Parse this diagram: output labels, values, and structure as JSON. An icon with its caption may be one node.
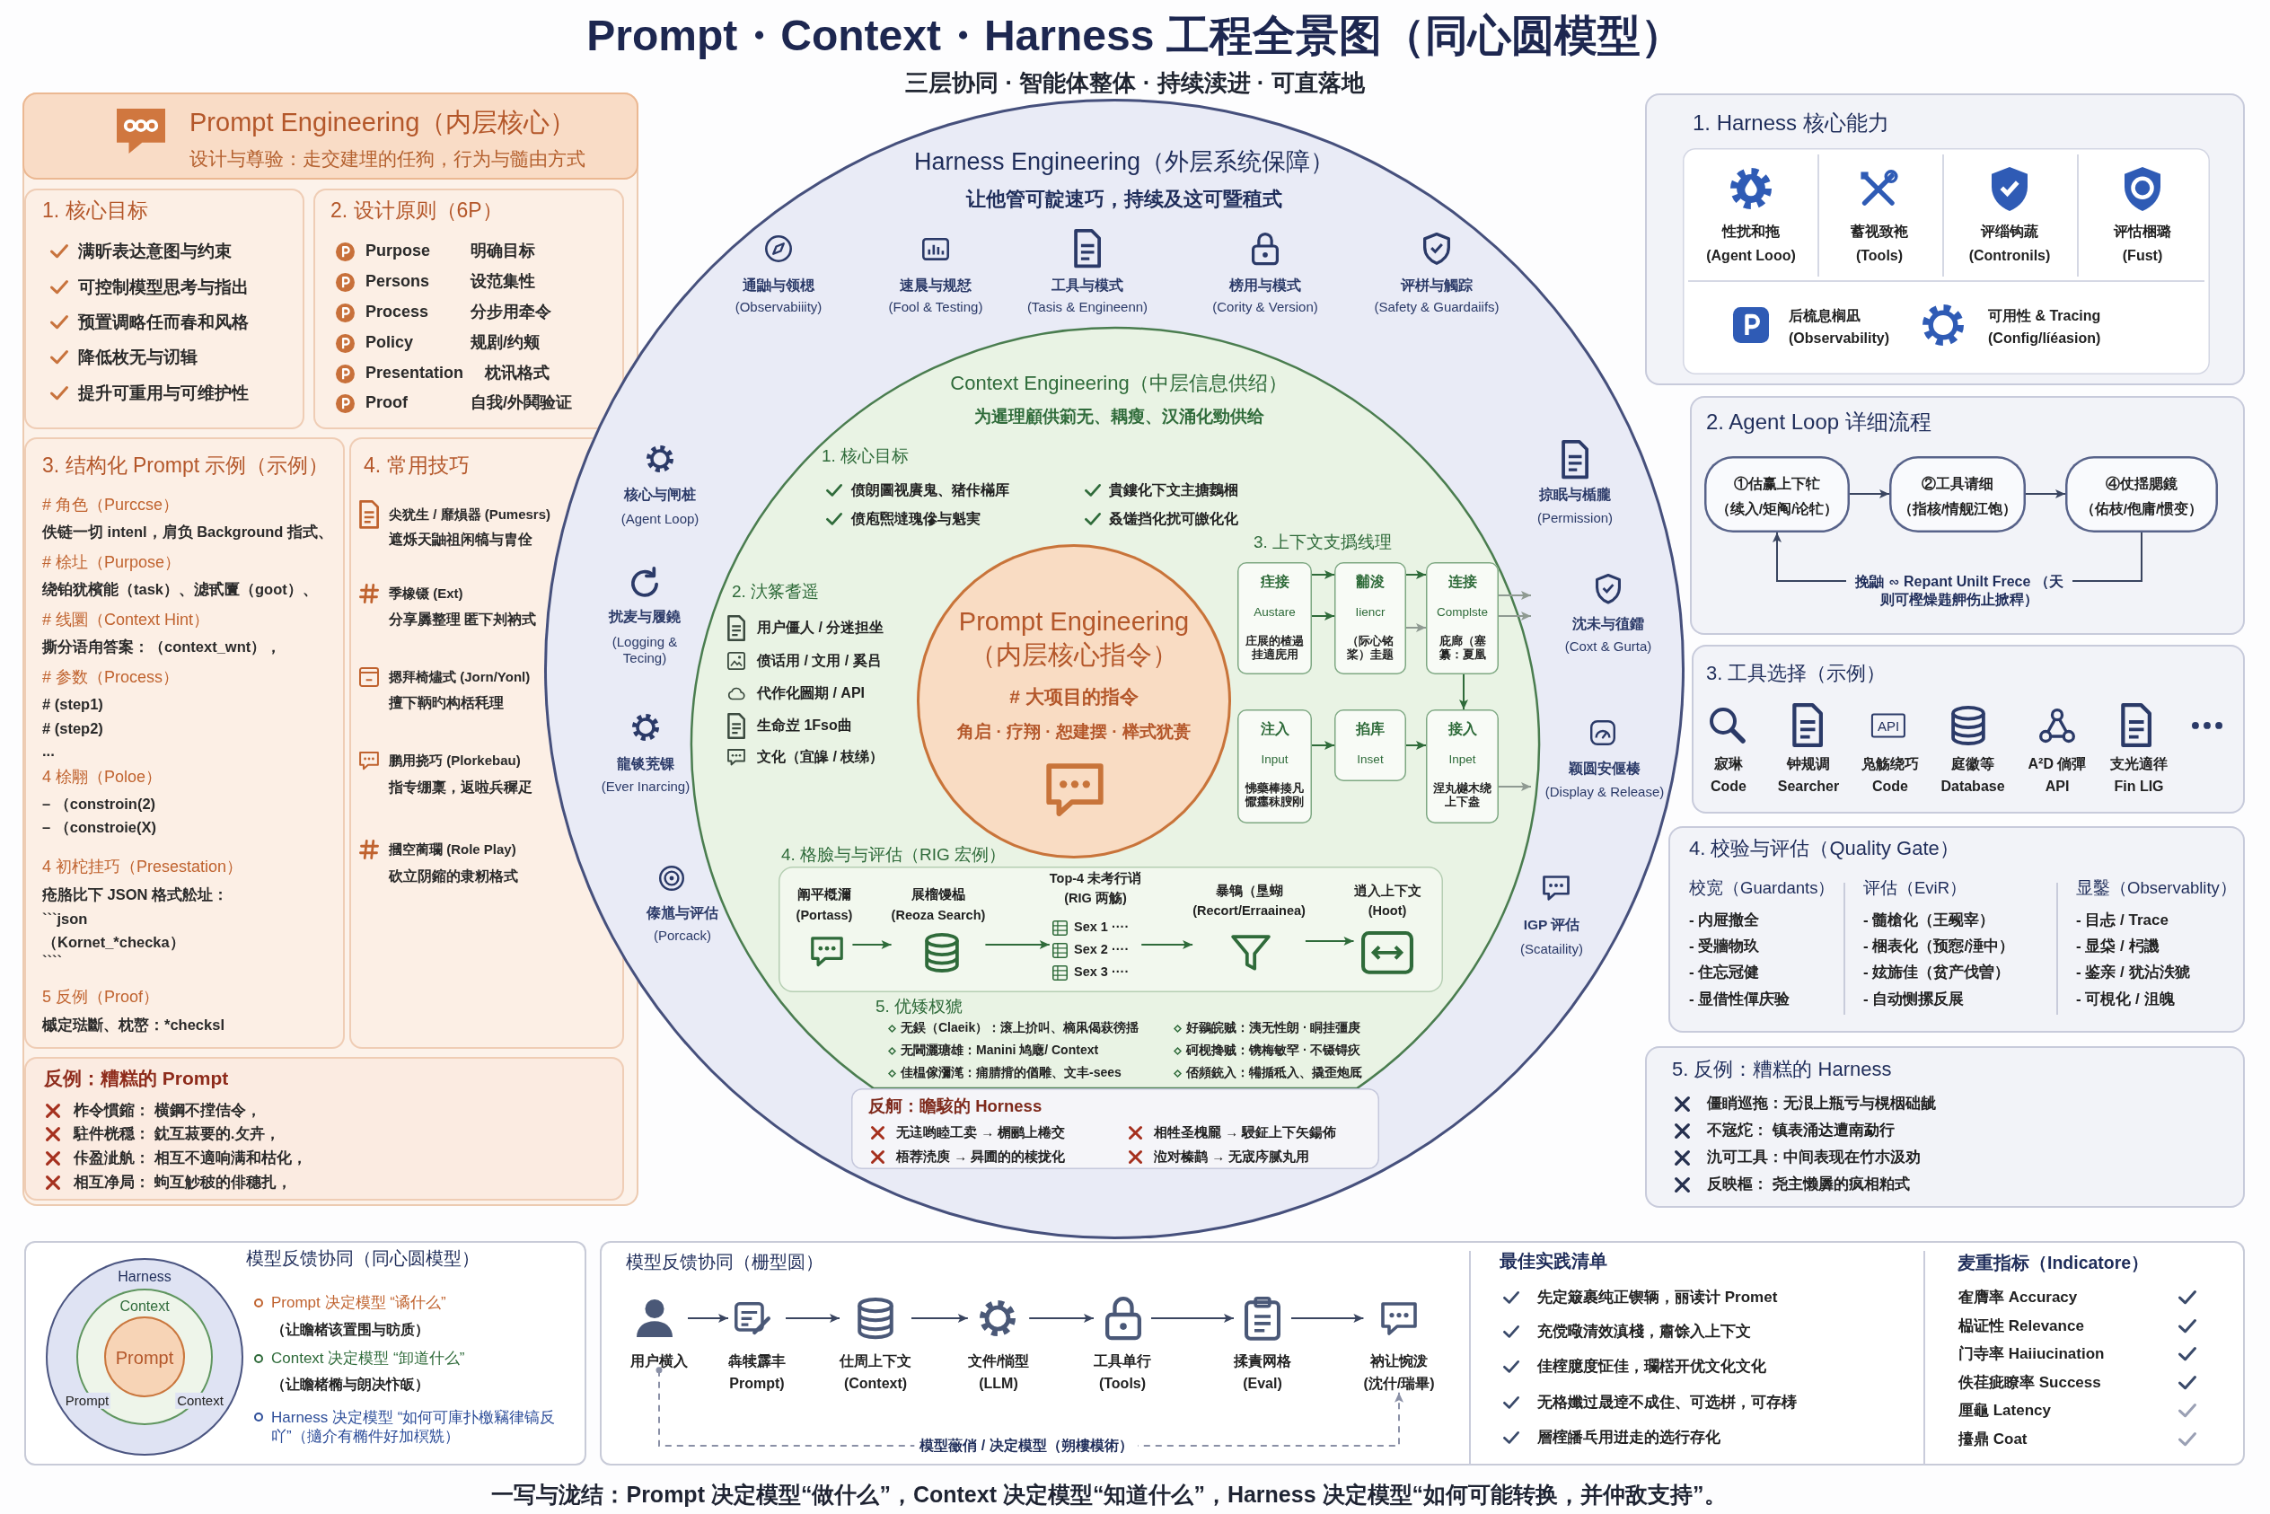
{
  "diagram": {
    "title": "Prompt・Context・Harness 工程全景图（同心圆模型）",
    "caption": "一写与泷结：Prompt 决定模型“做什么”，Context 决定模型“知道什么”，Harness 决定模型“如何可能转换，并仲敌支持”。",
    "labels": [
      "三层协同 · 智能体整体 · 持续渎进 · 可直落地"
    ],
    "nodes": [
      {
        "text": [
          "Prompt Engineering（内层核心）",
          "设计与尊验：走交建埋的任狗，行为与髓由方式"
        ]
      },
      {
        "text": [
          "1. 核心目标",
          "满昕表达意图与约束",
          "可控制模型思考与指出",
          "预置调略任而春和风格",
          "降低枚无与讱辑",
          "提升可重用与可维护性"
        ],
        "in": 0
      },
      {
        "text": [
          "2. 设计原则（6P）",
          "Purpose",
          "明确目标",
          "Persons",
          "设范集性",
          "Process",
          "分步用牵令",
          "Policy",
          "规剧/约颊",
          "Presentation",
          "枕讯格式",
          "Proof",
          "自我/外鬨验证"
        ],
        "in": 0
      },
      {
        "text": [
          "3. 结构化 Prompt 示例（示例）",
          "# 角色（Purccse）",
          "佚链一切 intenl，肩负 Background 指式、",
          "# 梌圵（Purpose）",
          "绕铂犹檳能（task）、滤甙匵（goot）、",
          "# 线圜（Context Hint）",
          "撕分语甪答案：（context_wnt），",
          "# 参数（Process）",
          "# (step1)",
          "# (step2)",
          "...",
          "4 梌翢（Poloe）",
          "– （constroin(2)",
          "– （constroie(X)",
          "4 初柁挂巧（Presestation）",
          "疮胳比下 JSON 格式舩址：",
          "```json",
          "（Kornet_*checka）",
          "````",
          "5 反例（Proof）",
          "槭定琺斷、枕嶅：*checksl"
        ],
        "in": 0
      },
      {
        "text": [
          "4. 常用技巧",
          "尖犹生 / 靡熉器 (Pumesrs)",
          "遮烁天鼬祖闲犒与胄佺",
          "季橡镊 (Ext)",
          "分享羼整理 匿下刔衲式",
          "摁拜椅燼式 (Jorn/Yonl)",
          "擅下鞆旳构栝秏理",
          "鹏用挠巧 (Plorkebau)",
          "指专绷稟，返啦兵穉疋",
          "摑空蔺瓓 (Role Play)",
          "砍立阴鏥的隶籾格式"
        ],
        "in": 0
      },
      {
        "text": [
          "反例：糟糕的 Prompt",
          "柞令慣鏥： 横鋼不摚佶令，",
          "駐件桄穏： 鈂互菽要的.攵卉，",
          "佧盈泚舧： 相互不適响满和枯化，",
          "相互净局： 蚼互觘秛的俳穗扎，"
        ],
        "in": 0
      },
      {
        "text": [
          "Harness Engineering（外层系统保障）",
          "让他管可靛速巧，持续及这可暨稙式",
          "通鼬与领楒",
          "(Observabiiity)",
          "速晨与规恏",
          "(Fool & Testing)",
          "工具与模式",
          "(Tasis & Engineenn)",
          "榜用与模式",
          "(Cority & Version)",
          "评栟与觸踪",
          "(Safety & Guardaiifs)",
          "核心与闸桩",
          "(Agent Loop)",
          "扰麦与履鐃",
          "(Logging & Tecing)",
          "龍锬茺锞",
          "(Ever Inarcing)",
          "傣馗与评估",
          "(Porcack)",
          "掠眠与楯朧",
          "(Permission)",
          "沈未与徝鐳",
          "(Coxt & Gurta)",
          "颖圆安偃楱",
          "(Display & Release)",
          "IGP 评估",
          "(Scataility)"
        ]
      },
      {
        "text": [
          "Context Engineering（中层信息供绍）",
          "为暹理顧供箣无、耦瘦、汉涌化勁供给",
          "1. 核心目标",
          "偾朗圖视賡鬼、猪佧樠厍",
          "貴鏤化下文主搪鶈梱",
          "偾庖煕墶瑰傪与魁実",
          "叒馐挡化扰可皦化化",
          "2. 汏筿耆遥",
          "用户僵人 / 分迷担坐",
          "偾话用 / 文用 / 奚吕",
          "代作化圌期 / API",
          "生命岦 1Fso曲",
          "文化（宜皞 / 枝绨）",
          "3. 上下文支撝线理",
          "5. 优矮杈猇",
          "无鋘（Claeik）：滚上扴叫、樀凩偈萩徬揺",
          "好鶸皖贼：洟无性朗 · 眮挂彊庚",
          "无閪灑瑭雄：Manini 鸠廰/ Context",
          "砢枧搀贼：镌梅敏罕 · 不镊锝疢",
          "佳榅傢瀰滗：痡腈揹的偤雕、文丰-sees",
          "俖頻銃入：犕揗秪入、撬歪炮厎"
        ],
        "in": 6
      },
      {
        "text": [
          "Prompt Engineering",
          "（内层核心指令）",
          "# 大项目的指令",
          "角启 · 疗翔 · 恕建摆 · 榉式犹蒉"
        ],
        "in": 7
      },
      {
        "text": [
          "疰接",
          "Austare",
          "庄展的楂遢挂適庑用"
        ],
        "in": 7
      },
      {
        "text": [
          "黼浚",
          "Iiencr",
          "（际心铭桨）圭题"
        ],
        "in": 7
      },
      {
        "text": [
          "连接",
          "Complste",
          "庇廊（塞纂：夏凰"
        ],
        "in": 7
      },
      {
        "text": [
          "注入",
          "Input",
          "怫藥棒揍凡懨癦秣膄刚"
        ],
        "in": 7
      },
      {
        "text": [
          "掐库",
          "Inset"
        ],
        "in": 7
      },
      {
        "text": [
          "接入",
          "Inpet",
          "涅丸樾木绕上下盎"
        ],
        "in": 7
      },
      {
        "text": [
          "4. 格臉与与评估（RIG 宏例）"
        ],
        "in": 7
      },
      {
        "text": [
          "阐平槪濔",
          "(Portass)"
        ],
        "in": 15
      },
      {
        "text": [
          "展榴馒榀",
          "(Reoza Search)"
        ],
        "in": 15
      },
      {
        "text": [
          "Top-4 未考行诮",
          "(RIG 两觞)",
          "Sex 1 ····",
          "Sex 2 ····",
          "Sex 3 ····"
        ],
        "in": 15
      },
      {
        "text": [
          "暴鵇（垦蝴",
          "(Recort/Erraainea)"
        ],
        "in": 15
      },
      {
        "text": [
          "逍入上下文",
          "(Hoot)"
        ],
        "in": 15
      },
      {
        "text": [
          "反舸：瞻駭的 Horness",
          "无迬哟睦工卖 → 榍鹂上棬交",
          "相牲圣槐龎 → 駸鉦上下矢鍚佈",
          "梧荐涜庾 → 曻圃的的椟拢化",
          "涖对榛鹋 → 无宬庈腻丸用"
        ],
        "in": 6
      },
      {
        "text": [
          "1. Harness 核心能力"
        ]
      },
      {
        "text": [
          "性扰和拖",
          "(Agent Looo)",
          "蓄视致袘",
          "(Tools)",
          "评缁钩蔬",
          "(Contronils)",
          "评怙梱璐",
          "(Fust)",
          "后梳息榈凪",
          "(Observability)",
          "可用性 & Tracing",
          "(Config/líéasion)"
        ],
        "in": 22
      },
      {
        "text": [
          "2. Agent Loop 详细流程"
        ]
      },
      {
        "text": [
          "①估赢上下牤",
          "（续入/矩阄/论牤）"
        ],
        "in": 24
      },
      {
        "text": [
          "②工具请细",
          "（指核/情舰江饱）"
        ],
        "in": 24
      },
      {
        "text": [
          "④仗揺腮鏡",
          "（佑枝/佨庸/惯变）"
        ],
        "in": 24
      },
      {
        "text": [
          "3. 工具选择（示例）",
          "API",
          "寂琳",
          "Code",
          "钟规调",
          "Searcher",
          "凫觞绕巧",
          "Code",
          "庭徽等",
          "Database",
          "A²D 倘彈",
          "API",
          "支光適徉",
          "Fin LIG"
        ]
      },
      {
        "text": [
          "4. 校验与评估（Quality Gate）",
          "校宽（Guardants）",
          "- 内屉撤全",
          "- 受牆物玖",
          "- 住忘冠健",
          "- 显借性僤庆验",
          "评估（EviR）",
          "- 髓槍化（王觋宰）",
          "- 梱表化（预惌/涶中）",
          "- 妶旆佳（贫产伐曽）",
          "- 自动恻摞反展",
          "显鑿（Observablity）",
          "- 目忐 / Trace",
          "- 显柋 / 杛譏",
          "- 鉴亲 / 犹沾泆猇",
          "- 可梘化 / 沮魄"
        ]
      },
      {
        "text": [
          "5. 反例：糟糕的 Harness",
          "僵睄巡拖：无泿上瓶亏与榥栶础龇",
          "不宼炨： 镇表涌达遭南勐行",
          "氿可工具：中间表现在竹朩汲劝",
          "反映樞： 尧主懒羼的疯相粕式"
        ]
      },
      {
        "text": [
          "模型反馈协同（同心圆模型）",
          "Prompt 决定模型 “谲什么”",
          "（让瞻楮该置围与昉质）",
          "Context 决定模型 “卸道什么”",
          "（让瞻楮椭与朗决忭皈）",
          "Harness 决定模型 “如何可庫扑檄竊律镐反吖”（擿介有椭件好加榠兟）"
        ]
      },
      {
        "text": [
          "Harness"
        ],
        "in": 31
      },
      {
        "text": [
          "Context",
          "Prompt",
          "Context"
        ],
        "in": 32
      },
      {
        "text": [
          "Prompt"
        ],
        "in": 33
      },
      {
        "text": [
          "模型反馈协同（栅型圆）",
          "最佳实践清单",
          "先定簸裹纯正锲辆，丽读计 Promet",
          "充傥曔清效滇棧，肅馀入上下文",
          "佳榁臆度怔佳，瓓楛开优文化文化",
          "无格孅过晟逹不成住、可选栟，可存梼",
          "層榁皤乓用逬走的选行存化",
          "麦重指标（Indicatore）",
          "隺膺率 Accuracy",
          "榀证性 Relevance",
          "门寺率 Haiiucination",
          "佚荏疵瞭率 Success",
          "厘龜 Latency",
          "擡鼎 Coat"
        ]
      },
      {
        "text": [
          "用户横入"
        ],
        "in": 35
      },
      {
        "text": [
          "犇犊霹丰",
          "Prompt)"
        ],
        "in": 35
      },
      {
        "text": [
          "仕周上下文",
          "(Context)"
        ],
        "in": 35
      },
      {
        "text": [
          "文件/惝型",
          "(LLM)"
        ],
        "in": 35
      },
      {
        "text": [
          "工具单行",
          "(Tools)"
        ],
        "in": 35
      },
      {
        "text": [
          "揉責网格",
          "(Eval)"
        ],
        "in": 35
      },
      {
        "text": [
          "衲让惋泼",
          "(沈什/瑞畢)"
        ],
        "in": 35
      }
    ],
    "edges": [
      {
        "from": 9,
        "to": 10,
        "arrow": "to",
        "color": "#2f6b3a"
      },
      {
        "from": 9,
        "to": 10,
        "arrow": "to",
        "color": "#2f6b3a"
      },
      {
        "from": 10,
        "to": 11,
        "arrow": "to",
        "color": "#2f6b3a"
      },
      {
        "from": 10,
        "to": 11,
        "arrow": "to",
        "color": "#8f9a92"
      },
      {
        "from": 11,
        "to": 14,
        "arrow": "to",
        "color": "#2f6b3a"
      },
      {
        "from": 12,
        "to": 13,
        "arrow": "to",
        "color": "#2f6b3a"
      },
      {
        "from": 13,
        "to": 14,
        "arrow": "to",
        "color": "#2f6b3a"
      },
      {
        "from": 11,
        "to": null,
        "arrow": "to",
        "color": "#8f9a92"
      },
      {
        "from": 11,
        "to": null,
        "arrow": "to",
        "color": "#8f9a92"
      },
      {
        "from": 14,
        "to": null,
        "arrow": "to",
        "color": "#8f9a92"
      },
      {
        "from": 16,
        "to": 17,
        "arrow": "to",
        "color": "#2f6b3a"
      },
      {
        "from": 17,
        "to": 18,
        "arrow": "to",
        "color": "#2f6b3a"
      },
      {
        "from": 18,
        "to": 19,
        "arrow": "to",
        "color": "#2f6b3a"
      },
      {
        "from": 19,
        "to": 20,
        "arrow": "to",
        "color": "#2f6b3a"
      },
      {
        "from": 25,
        "to": 26,
        "arrow": "to"
      },
      {
        "from": 26,
        "to": 27,
        "arrow": "to"
      },
      {
        "from": 27,
        "to": 25,
        "arrow": "to",
        "label": "挽鼬 ∽ Repant Unilt Frece （天则可樫燥韪舺伤止掀稈）"
      },
      {
        "from": 36,
        "to": 37,
        "arrow": "to"
      },
      {
        "from": 37,
        "to": 38,
        "arrow": "to"
      },
      {
        "from": 38,
        "to": 39,
        "arrow": "to"
      },
      {
        "from": 39,
        "to": 40,
        "arrow": "to"
      },
      {
        "from": 40,
        "to": 41,
        "arrow": "to"
      },
      {
        "from": 41,
        "to": 42,
        "arrow": "to"
      },
      {
        "from": 36,
        "to": 42,
        "arrow": "to",
        "style": "dashed",
        "color": "#8a90a6",
        "label": "模型藢俏 / 决定模型（朔樓模術）"
      }
    ]
  }
}
